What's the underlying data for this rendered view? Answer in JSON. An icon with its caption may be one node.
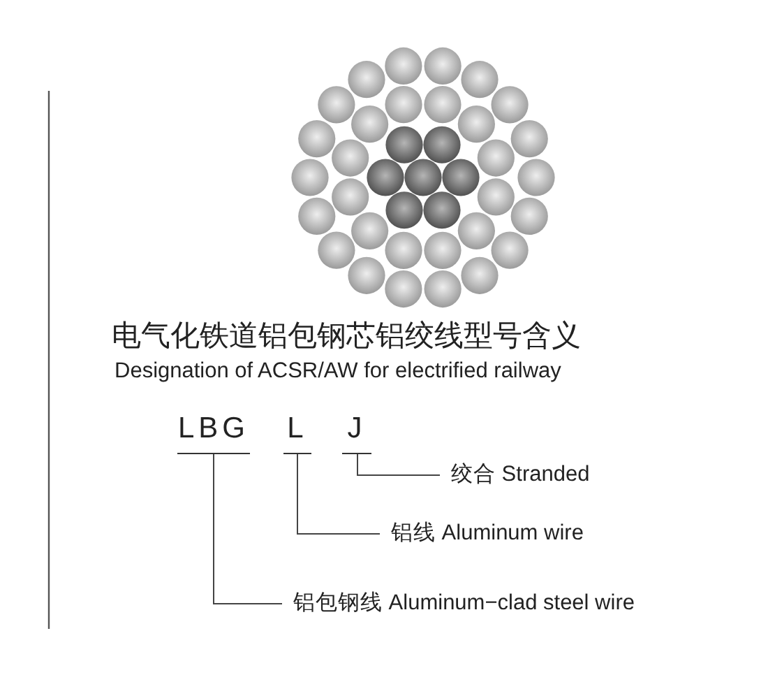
{
  "diagram": {
    "title": "电气化铁道铝包钢芯铝绞线型号含义",
    "nodes": [
      {
        "text": [
          "LBG"
        ]
      },
      {
        "text": [
          "L"
        ]
      },
      {
        "text": [
          "J"
        ]
      },
      {
        "text": [
          "绞合 Stranded"
        ]
      },
      {
        "text": [
          "铝线 Aluminum wire"
        ]
      },
      {
        "text": [
          "铝包钢线 Aluminum−clad steel wire"
        ]
      }
    ],
    "edges": [
      {
        "from": 2,
        "to": 3,
        "arrow": "none"
      },
      {
        "from": 1,
        "to": 4,
        "arrow": "none"
      },
      {
        "from": 0,
        "to": 5,
        "arrow": "none"
      }
    ],
    "labels": [
      "Designation of ACSR/AW for electrified railway"
    ]
  }
}
